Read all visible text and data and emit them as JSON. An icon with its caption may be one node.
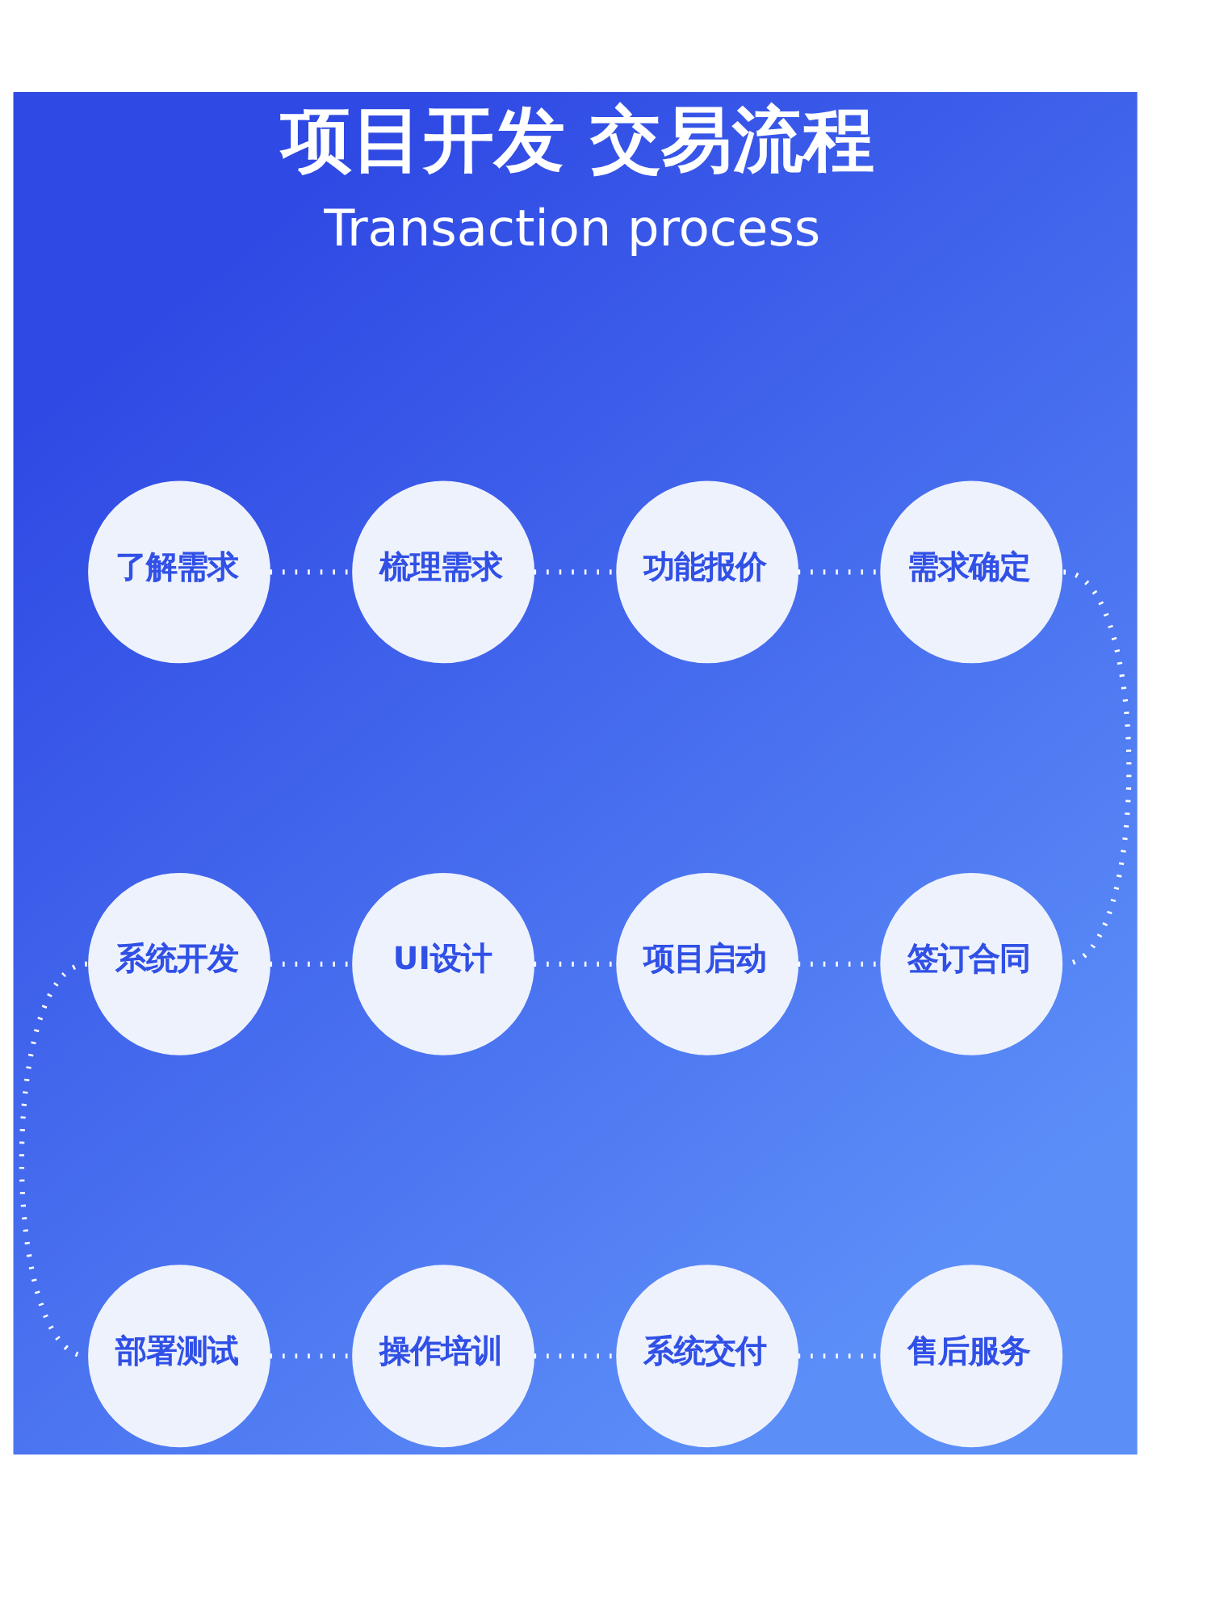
{
  "diagram": {
    "title": "项目开发 交易流程",
    "nodes": [
      {
        "text": [
          "了解需求"
        ]
      },
      {
        "text": [
          "梳理需求"
        ]
      },
      {
        "text": [
          "功能报价"
        ]
      },
      {
        "text": [
          "需求确定"
        ]
      },
      {
        "text": [
          "系统开发"
        ]
      },
      {
        "text": [
          "UI设计"
        ]
      },
      {
        "text": [
          "项目启动"
        ]
      },
      {
        "text": [
          "签订合同"
        ]
      },
      {
        "text": [
          "部署测试"
        ]
      },
      {
        "text": [
          "操作培训"
        ]
      },
      {
        "text": [
          "系统交付"
        ]
      },
      {
        "text": [
          "售后服务"
        ]
      }
    ],
    "edges": [
      {
        "from": 0,
        "to": 1,
        "arrow": "none",
        "style": "dashed"
      },
      {
        "from": 1,
        "to": 2,
        "arrow": "none",
        "style": "dashed"
      },
      {
        "from": 2,
        "to": 3,
        "arrow": "none",
        "style": "dashed"
      },
      {
        "from": 3,
        "to": 7,
        "arrow": "none",
        "style": "dashed"
      },
      {
        "from": 4,
        "to": 5,
        "arrow": "none",
        "style": "dashed"
      },
      {
        "from": 5,
        "to": 6,
        "arrow": "none",
        "style": "dashed"
      },
      {
        "from": 6,
        "to": 7,
        "arrow": "none",
        "style": "dashed"
      },
      {
        "from": 4,
        "to": 8,
        "arrow": "none",
        "style": "dashed"
      },
      {
        "from": 8,
        "to": 9,
        "arrow": "none",
        "style": "dashed"
      },
      {
        "from": 9,
        "to": 10,
        "arrow": "none",
        "style": "dashed"
      },
      {
        "from": 10,
        "to": 11,
        "arrow": "none",
        "style": "dashed"
      }
    ],
    "labels": [
      "Transaction process"
    ]
  }
}
